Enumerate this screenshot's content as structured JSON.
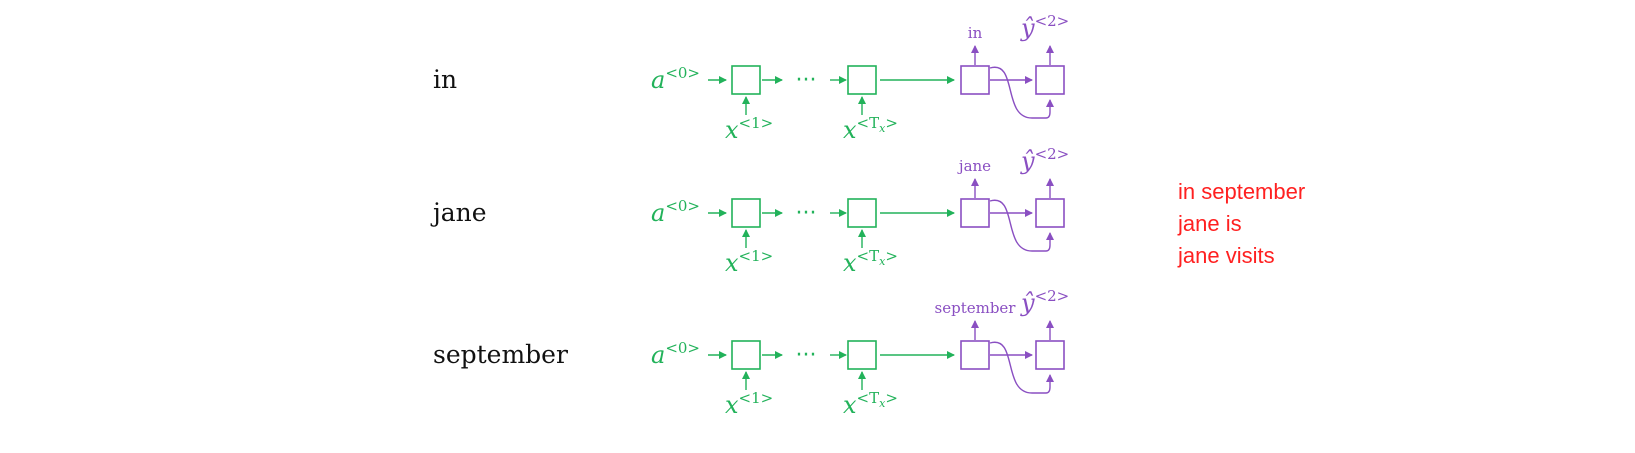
{
  "colors": {
    "encoder": "#22b25a",
    "decoder": "#8a4fc2",
    "note": "#ff2020",
    "text": "#111111"
  },
  "rows": [
    {
      "word": "in",
      "decoder_output": "in"
    },
    {
      "word": "jane",
      "decoder_output": "jane"
    },
    {
      "word": "september",
      "decoder_output": "september"
    }
  ],
  "labels": {
    "a": "a",
    "a_sup": "<0>",
    "x": "x",
    "x1_sup": "<1>",
    "xT_sup": "<T",
    "xT_sub": "x",
    "xT_close": ">",
    "dots": "···",
    "y_hat": "ŷ",
    "y_sup": "<2>"
  },
  "note": {
    "lines": [
      "in september",
      "jane is",
      "jane visits"
    ]
  }
}
